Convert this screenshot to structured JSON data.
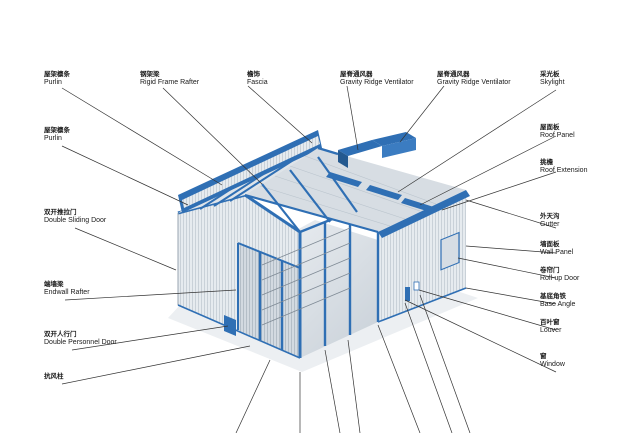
{
  "labels": {
    "purlin_top": {
      "cn": "屋架檩条",
      "en": "Purlin"
    },
    "rafter": {
      "cn": "钢架梁",
      "en": "Rigid Frame Rafter"
    },
    "fascia": {
      "cn": "檐饰",
      "en": "Fascia"
    },
    "ventilator1": {
      "cn": "屋脊通风器",
      "en": "Gravity Ridge Ventilator"
    },
    "ventilator2": {
      "cn": "屋脊通风器",
      "en": "Gravity Ridge Ventilator"
    },
    "skylight": {
      "cn": "采光板",
      "en": "Skylight"
    },
    "purlin_left": {
      "cn": "屋架檩条",
      "en": "Purlin"
    },
    "roof_panel": {
      "cn": "屋面板",
      "en": "Roof Panel"
    },
    "roof_extension": {
      "cn": "挑檐",
      "en": "Roof Extension"
    },
    "sliding_door": {
      "cn": "双开推拉门",
      "en": "Double Sliding Door"
    },
    "gutter": {
      "cn": "外天沟",
      "en": "Gutter"
    },
    "wall_panel": {
      "cn": "墙面板",
      "en": "Wall Panel"
    },
    "rollup_door": {
      "cn": "卷帘门",
      "en": "Roll-up Door"
    },
    "endwall_rafter": {
      "cn": "端墙梁",
      "en": "Endwall Rafter"
    },
    "base_angle": {
      "cn": "基底角铁",
      "en": "Base Angle"
    },
    "louver": {
      "cn": "百叶窗",
      "en": "Louver"
    },
    "personnel_door": {
      "cn": "双开人行门",
      "en": "Double Personnel Door"
    },
    "window": {
      "cn": "窗",
      "en": "Window"
    },
    "wind_column": {
      "cn": "抗风柱",
      "en": ""
    }
  },
  "colors": {
    "steel_blue": "#2f6fb4",
    "wall_light": "#e7ecf0",
    "wall_shade": "#c6ced6",
    "roof_grey": "#d7dde3",
    "leader": "#333333"
  }
}
